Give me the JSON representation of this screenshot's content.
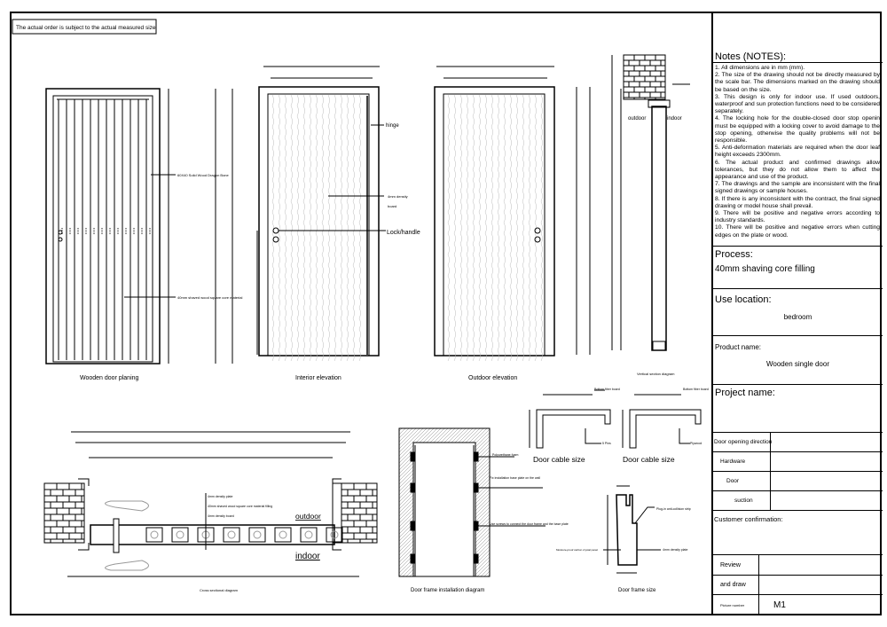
{
  "top_note": "The actual order is subject to the actual measured size",
  "panel": {
    "notes_title": "Notes (NOTES):",
    "notes": [
      "1. All dimensions are in mm (mm).",
      "2. The size of the drawing should not be directly measured by the scale bar. The dimensions marked on the drawing should be based on the size.",
      "3. This design is only for indoor use. If used outdoors, waterproof and sun protection functions need to be considered separately.",
      "4. The locking hole for the double-closed door stop openin must be equipped with a locking cover to avoid damage to the stop opening, otherwise the quality problems will not be responsible.",
      "5. Anti-deformation materials are required when the door leaf height exceeds 2300mm.",
      "6. The actual product and confirmed drawings allow tolerances, but they do not allow them to affect the appearance and use of the product.",
      "7. The drawings and the sample are inconsistent with the final signed drawings or sample houses.",
      "8. If there is any inconsistent with the contract, the final signed drawing or model house shall prevail.",
      "9. There will be positive and negative errors according to industry standards.",
      "10. There will be positive and negative errors when cutting edges on the plate or wood."
    ],
    "process_label": "Process:",
    "process_value": "40mm shaving core filling",
    "use_location_label": "Use location:",
    "use_location_value": "bedroom",
    "product_name_label": "Product name:",
    "product_name_value": "Wooden single door",
    "project_name_label": "Project name:",
    "table": [
      "Door opening direction",
      "Hardware",
      "Door",
      "suction"
    ],
    "customer_confirmation": "Customer confirmation:",
    "review": "Review",
    "and_draw": "and draw",
    "picture_number_label": "Picture number",
    "picture_number_value": "M1"
  },
  "drawings": {
    "planing_caption": "Wooden door planing",
    "planing_label_1": "60X40 Solid Wood Dragon Bone",
    "planing_label_2": "40mm shaved wood square core material",
    "interior_caption": "Interior elevation",
    "hinge": "hinge",
    "density_board_1": "4mm density",
    "density_board_2": "board",
    "lock_handle": "Lock/handle",
    "outdoor_caption": "Outdoor elevation",
    "vertical_caption": "Vertical section diagram",
    "outdoor": "outdoor",
    "indoor": "indoor",
    "cable_caption_1": "Door cable size",
    "cable_caption_2": "Door cable size",
    "cable_label_1": "Bottom fiber board",
    "cable_label_2": "5 Pins",
    "cable_label_3": "Plywood",
    "install_caption": "Door frame installation diagram",
    "install_label_1": "Polyurethane foam",
    "install_label_2": "Fix installation base plate on the wall",
    "install_label_3": "Use screws to connect the door frame and the base plate",
    "frame_caption": "Door frame size",
    "frame_label_1": "Plug-in anti-collision strip",
    "frame_label_2": "Moisture-proof carbon crystal panel",
    "frame_label_3": "4mm density plate",
    "cross_caption": "Cross sectional diagram",
    "cross_label_1": "4mm density plate",
    "cross_label_2": "40mm shaved wood square core material filling",
    "cross_label_3": "4mm density board",
    "cross_outdoor": "outdoor",
    "cross_indoor": "indoor"
  }
}
